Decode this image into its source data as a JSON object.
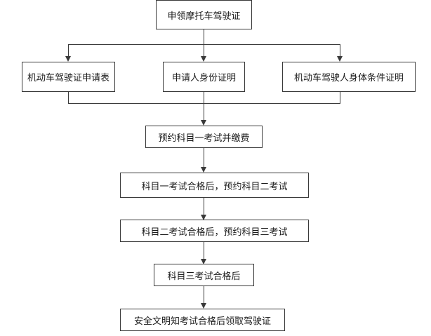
{
  "diagram": {
    "nodes": {
      "apply_license": "申领摩托车驾驶证",
      "application_form": "机动车驾驶证申请表",
      "id_proof": "申请人身份证明",
      "health_certificate": "机动车驾驶人身体条件证明",
      "book_subject1": "预约科目一考试并缴费",
      "subject1_pass": "科目一考试合格后，预约科目二考试",
      "subject2_pass": "科目二考试合格后，预约科目三考试",
      "subject3_pass": "科目三考试合格后",
      "final_license": "安全文明知考试合格后领取驾驶证"
    }
  }
}
